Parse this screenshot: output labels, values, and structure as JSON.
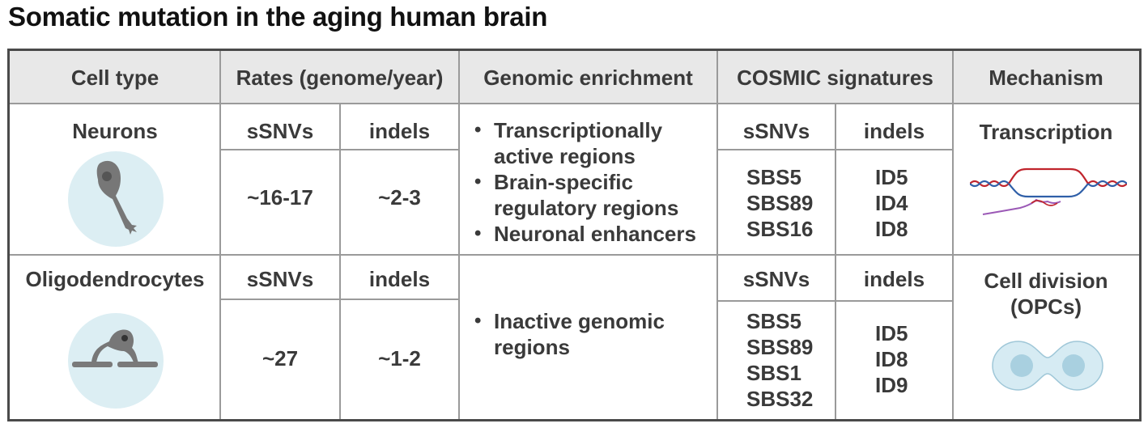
{
  "title": "Somatic mutation in the aging human brain",
  "headers": {
    "cell_type": "Cell type",
    "rates": "Rates (genome/year)",
    "genomic_enrichment": "Genomic enrichment",
    "cosmic": "COSMIC signatures",
    "mechanism": "Mechanism"
  },
  "rows": [
    {
      "cell_type": "Neurons",
      "icon": "neuron-icon",
      "rates": {
        "ssnv_label": "sSNVs",
        "indel_label": "indels",
        "ssnv": "~16-17",
        "indel": "~2-3"
      },
      "enrichment": [
        "Transcriptionally",
        "active regions",
        "Brain-specific",
        "regulatory regions",
        "Neuronal enhancers"
      ],
      "cosmic": {
        "ssnv_label": "sSNVs",
        "indel_label": "indels",
        "ssnv": [
          "SBS5",
          "SBS89",
          "SBS16"
        ],
        "indel": [
          "ID5",
          "ID4",
          "ID8"
        ]
      },
      "mechanism": {
        "label": "Transcription",
        "icon": "transcription-bubble-icon"
      }
    },
    {
      "cell_type": "Oligodendrocytes",
      "icon": "oligodendrocyte-icon",
      "rates": {
        "ssnv_label": "sSNVs",
        "indel_label": "indels",
        "ssnv": "~27",
        "indel": "~1-2"
      },
      "enrichment": [
        "Inactive genomic",
        "regions"
      ],
      "cosmic": {
        "ssnv_label": "sSNVs",
        "indel_label": "indels",
        "ssnv": [
          "SBS5",
          "SBS89",
          "SBS1",
          "SBS32"
        ],
        "indel": [
          "ID5",
          "ID8",
          "ID9"
        ]
      },
      "mechanism": {
        "label_line1": "Cell division",
        "label_line2": "(OPCs)",
        "icon": "dividing-cell-icon"
      }
    }
  ],
  "colors": {
    "header_bg": "#e8e8e8",
    "grid": "#9a9a9a",
    "border": "#4a4a4a",
    "icon_circle": "#dceef3",
    "dna_red": "#c0242c",
    "dna_blue": "#2f5fa8",
    "rna_purple": "#9b59b6"
  }
}
